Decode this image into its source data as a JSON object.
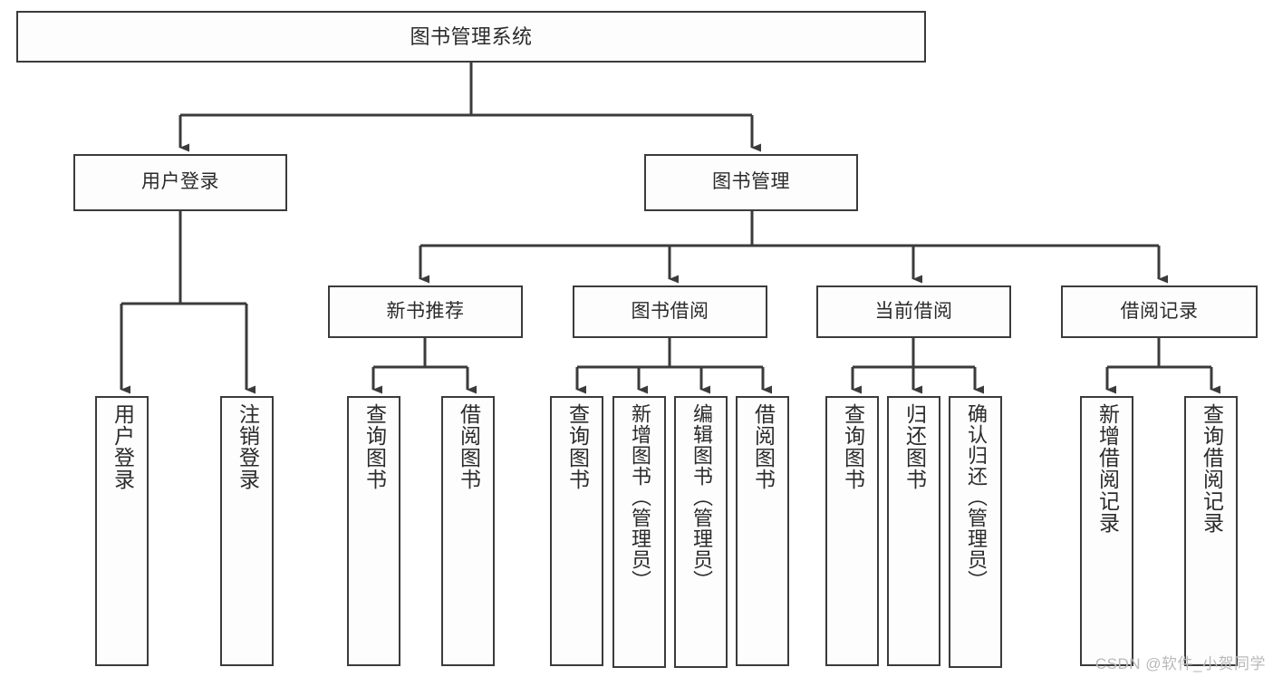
{
  "diagram": {
    "title": "图书管理系统",
    "type": "tree-hierarchy",
    "watermark": "CSDN @软件_小贺同学",
    "colors": {
      "border": "#3b3b3b",
      "node_fill": "#fdfdfd",
      "text": "#2b2b2b",
      "edge": "#3b3b3b",
      "watermark": "#b9b9b9",
      "background": "#ffffff"
    },
    "nodes": {
      "root": {
        "label": "图书管理系统"
      },
      "level2": [
        {
          "id": "user-login",
          "label": "用户登录"
        },
        {
          "id": "book-management",
          "label": "图书管理"
        }
      ],
      "level3": [
        {
          "id": "new-book-recommend",
          "label": "新书推荐"
        },
        {
          "id": "book-borrow",
          "label": "图书借阅"
        },
        {
          "id": "current-borrow",
          "label": "当前借阅"
        },
        {
          "id": "borrow-record",
          "label": "借阅记录"
        }
      ],
      "leaves": {
        "user_login": [
          {
            "id": "leaf-user-login",
            "label": "用户登录"
          },
          {
            "id": "leaf-logout-login",
            "label": "注销登录"
          }
        ],
        "new_book_recommend": [
          {
            "id": "leaf-query-book-1",
            "label": "查询图书"
          },
          {
            "id": "leaf-borrow-book-1",
            "label": "借阅图书"
          }
        ],
        "book_borrow": [
          {
            "id": "leaf-query-book-2",
            "label": "查询图书"
          },
          {
            "id": "leaf-add-book",
            "label": "新增图书（管理员）"
          },
          {
            "id": "leaf-edit-book",
            "label": "编辑图书（管理员）"
          },
          {
            "id": "leaf-borrow-book-2",
            "label": "借阅图书"
          }
        ],
        "current_borrow": [
          {
            "id": "leaf-query-book-3",
            "label": "查询图书"
          },
          {
            "id": "leaf-return-book",
            "label": "归还图书"
          },
          {
            "id": "leaf-confirm-return",
            "label": "确认归还（管理员）"
          }
        ],
        "borrow_record": [
          {
            "id": "leaf-add-record",
            "label": "新增借阅记录"
          },
          {
            "id": "leaf-query-record",
            "label": "查询借阅记录"
          }
        ]
      }
    }
  }
}
